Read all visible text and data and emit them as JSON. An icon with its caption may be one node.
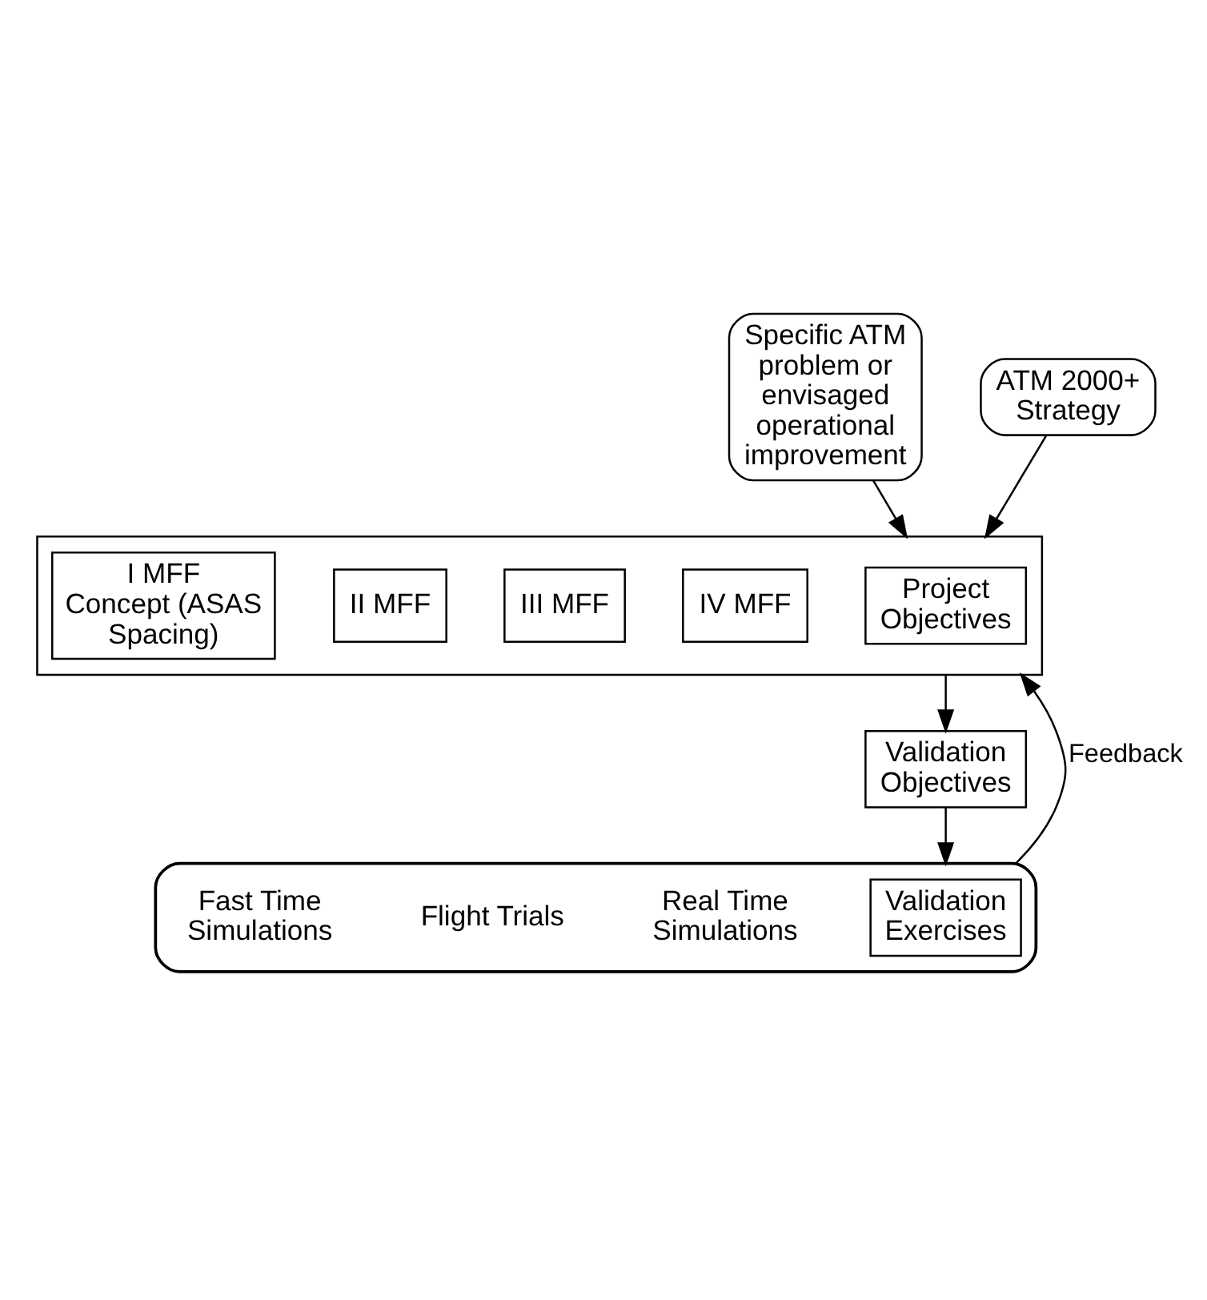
{
  "diagram": {
    "nodes": [
      {
        "text": [],
        "shape": "box"
      },
      {
        "text": [
          "Project Objectives"
        ],
        "in": 0
      },
      {
        "text": [
          "IV MFF"
        ],
        "in": 0
      },
      {
        "text": [
          "III MFF"
        ],
        "in": 0
      },
      {
        "text": [
          "II MFF"
        ],
        "in": 0
      },
      {
        "text": [
          "I MFF",
          "Concept (ASAS Spacing)"
        ],
        "in": 0
      },
      {
        "text": [
          "Specific ATM problem or envisaged operational improvement"
        ]
      },
      {
        "text": [
          "ATM 2000+ Strategy"
        ]
      },
      {
        "text": [
          "Validation Objectives"
        ]
      },
      {
        "text": [],
        "shape": "cloud"
      },
      {
        "text": [
          "Validation Exercises"
        ],
        "in": 9
      }
    ],
    "edges": [
      {
        "from": 6,
        "to": 0,
        "arrow": "to"
      },
      {
        "from": 7,
        "to": 0,
        "arrow": "to"
      },
      {
        "from": 0,
        "to": 8,
        "arrow": "to"
      },
      {
        "from": 8,
        "to": 9,
        "arrow": "to"
      },
      {
        "from": 9,
        "to": 0,
        "arrow": "to",
        "label": "Feedback"
      }
    ],
    "labels": [
      "Real Time Simulations",
      "Flight Trials",
      "Fast Time Simulations"
    ]
  }
}
